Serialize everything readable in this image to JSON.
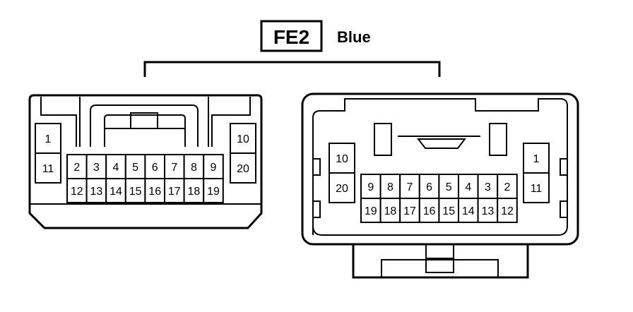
{
  "header": {
    "connector_code": "FE2",
    "color": "Blue"
  },
  "left_connector": {
    "side_left": [
      "1",
      "11"
    ],
    "side_right": [
      "10",
      "20"
    ],
    "top_row": [
      "2",
      "3",
      "4",
      "5",
      "6",
      "7",
      "8",
      "9"
    ],
    "bottom_row": [
      "12",
      "13",
      "14",
      "15",
      "16",
      "17",
      "18",
      "19"
    ]
  },
  "right_connector": {
    "side_left": [
      "10",
      "20"
    ],
    "side_right": [
      "1",
      "11"
    ],
    "top_row": [
      "9",
      "8",
      "7",
      "6",
      "5",
      "4",
      "3",
      "2"
    ],
    "bottom_row": [
      "19",
      "18",
      "17",
      "16",
      "15",
      "14",
      "13",
      "12"
    ]
  }
}
